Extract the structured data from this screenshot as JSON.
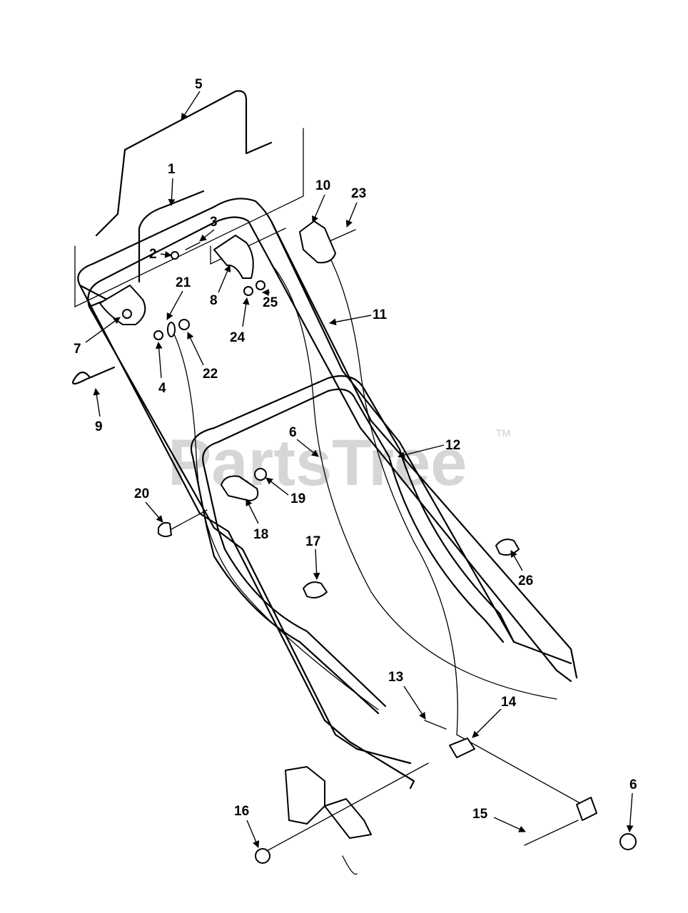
{
  "watermark": {
    "text": "PartsTree",
    "tm": "TM"
  },
  "callouts": {
    "c1": "1",
    "c2": "2",
    "c3": "3",
    "c4": "4",
    "c5": "5",
    "c6a": "6",
    "c6b": "6",
    "c7": "7",
    "c8": "8",
    "c9": "9",
    "c10": "10",
    "c11": "11",
    "c12": "12",
    "c13": "13",
    "c14": "14",
    "c15": "15",
    "c16": "16",
    "c17": "17",
    "c18": "18",
    "c19": "19",
    "c20": "20",
    "c21": "21",
    "c22": "22",
    "c23": "23",
    "c24": "24",
    "c25": "25",
    "c26": "26"
  }
}
